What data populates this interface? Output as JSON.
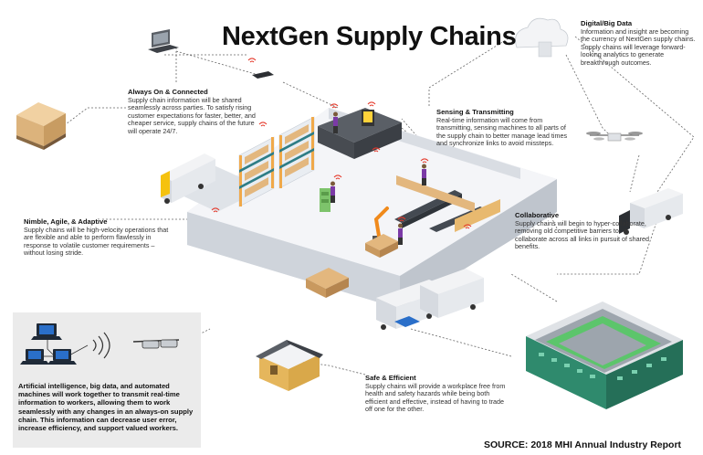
{
  "title": "NextGen Supply Chains",
  "callouts": {
    "always_on": {
      "heading": "Always On & Connected",
      "body": "Supply chain information will be shared seamlessly across parties. To satisfy rising customer expectations for faster, better, and cheaper service, supply chains of the future will operate 24/7."
    },
    "digital": {
      "heading": "Digital/Big Data",
      "body": "Information and insight are becoming the currency of NextGen supply chains. Supply chains will leverage forward-looking analytics to generate breakthrough outcomes."
    },
    "sensing": {
      "heading": "Sensing & Transmitting",
      "body": "Real-time information will come from transmitting, sensing machines to all parts of the supply chain to better manage lead times and synchronize links to avoid missteps."
    },
    "nimble": {
      "heading": "Nimble, Agile, & Adaptive",
      "body": "Supply chains will be high-velocity operations that are flexible and able to perform flawlessly in response to volatile customer requirements – without losing stride."
    },
    "collaborative": {
      "heading": "Collaborative",
      "body": "Supply chains will begin to hyper-collaborate, removing old competitive barriers to collaborate across all links in pursuit of shared benefits."
    },
    "safe": {
      "heading": "Safe & Efficient",
      "body": "Supply chains will provide a workplace free from health and safety hazards while being both efficient and effective, instead of having to trade off one for the other."
    }
  },
  "ai_box_text": "Artificial intelligence, big data, and automated machines will work together to transmit real-time information to workers, allowing them to work seamlessly with any changes in an always-on supply chain. This information can decrease user error, increase efficiency, and support valued workers.",
  "source": "SOURCE: 2018 MHI Annual Industry Report",
  "colors": {
    "floor": "#eef0f3",
    "wall": "#d9dde3",
    "rack": "#f0a94a",
    "box": "#e3b77e",
    "worker_top": "#7b3aa6",
    "wifi": "#e5392b",
    "building": "#2f8a6d",
    "roof_green": "#5cc56b",
    "ai_box_bg": "#ebebeb"
  }
}
